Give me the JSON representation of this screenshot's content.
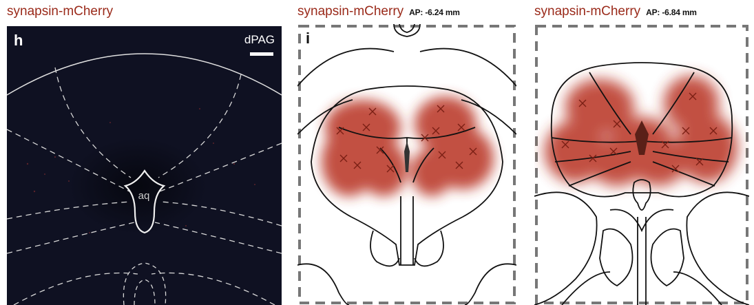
{
  "panels": {
    "h": {
      "title": "synapsin-mCherry",
      "letter": "h",
      "scale_label": "dPAG",
      "region_label": "aq"
    },
    "i": {
      "title": "synapsin-mCherry",
      "ap": "AP: -6.24 mm",
      "letter": "i"
    },
    "j": {
      "title": "synapsin-mCherry",
      "ap": "AP: -6.84 mm"
    }
  },
  "colors": {
    "title": "#9a2a1a",
    "label_fill": "#c0392b",
    "fluorescence_bg": "#0f1122"
  }
}
